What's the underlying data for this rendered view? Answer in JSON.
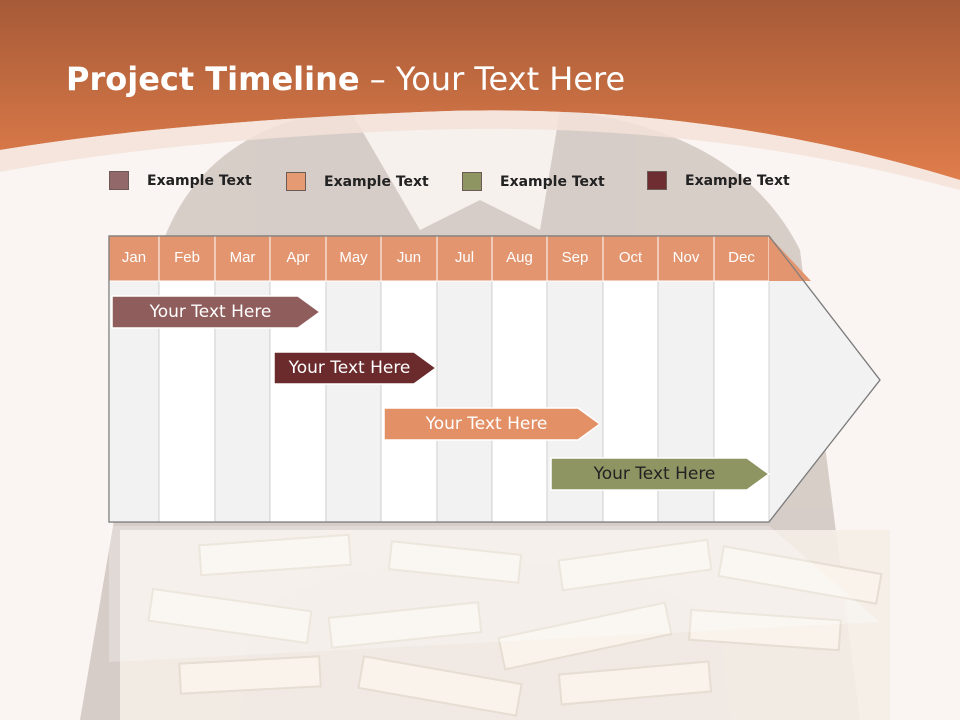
{
  "slide": {
    "title_bold": "Project Timeline",
    "title_rest": " – Your Text Here"
  },
  "colors": {
    "header_orange": "#d9774a",
    "month_header": "#e2956f",
    "rose": "#8f5e5c",
    "maroon": "#6b2b2d",
    "salmon": "#e39066",
    "olive": "#8e9563"
  },
  "legend": [
    {
      "label": "Example Text",
      "color": "#93686a"
    },
    {
      "label": "Example Text",
      "color": "#e69a73"
    },
    {
      "label": "Example Text",
      "color": "#8e9563"
    },
    {
      "label": "Example Text",
      "color": "#6e2d31"
    }
  ],
  "timeline": {
    "months": [
      "Jan",
      "Feb",
      "Mar",
      "Apr",
      "May",
      "Jun",
      "Jul",
      "Aug",
      "Sep",
      "Oct",
      "Nov",
      "Dec"
    ],
    "bars": [
      {
        "label": "Your  Text Here",
        "color": "#8f5e5c",
        "text_color": "#ffffff"
      },
      {
        "label": "Your  Text Here",
        "color": "#6b2b2d",
        "text_color": "#ffffff"
      },
      {
        "label": "Your  Text Here",
        "color": "#e39066",
        "text_color": "#ffffff"
      },
      {
        "label": "Your  Text Here",
        "color": "#8e9563",
        "text_color": "#222222"
      }
    ]
  }
}
